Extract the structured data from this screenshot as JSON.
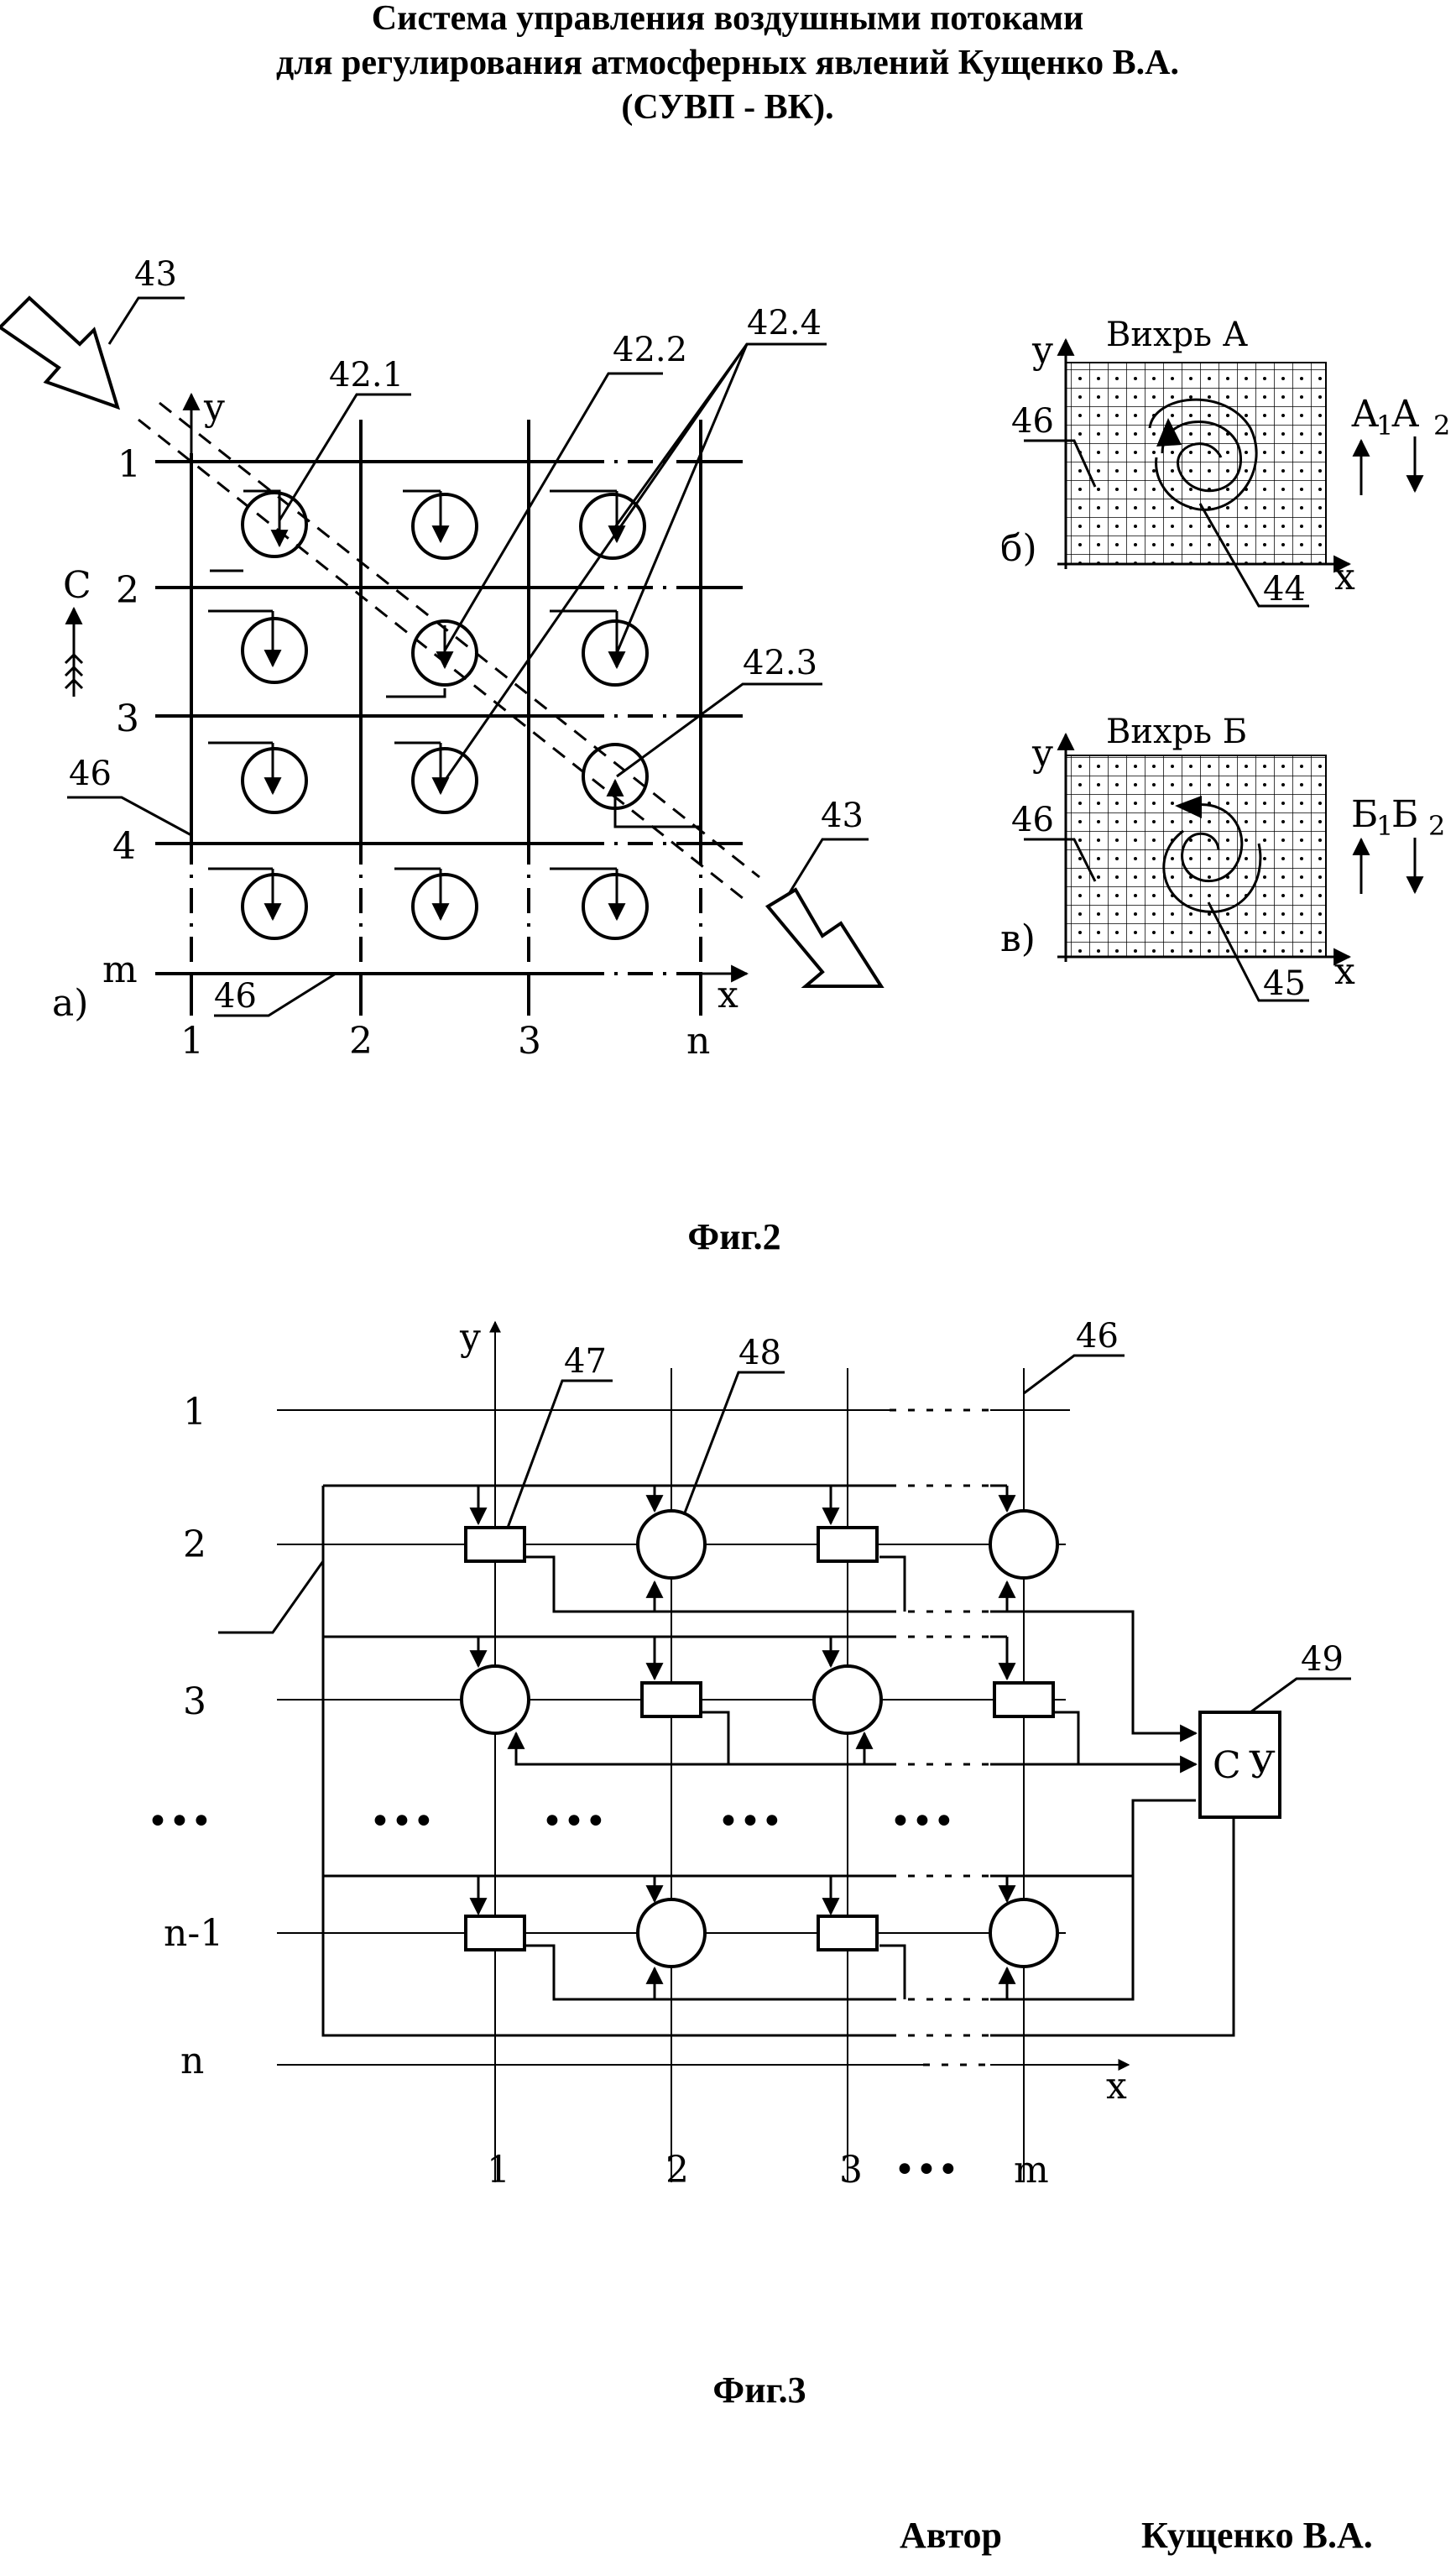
{
  "title": {
    "line1": "Система управления воздушными потоками",
    "line2": "для регулирования атмосферных явлений Кущенко В.А.",
    "line3": "(СУВП - ВК)."
  },
  "fig2": {
    "caption": "Фиг.2",
    "panel_a": {
      "marker": "а)",
      "axis_x": "x",
      "axis_y": "y",
      "rows": [
        "1",
        "2",
        "3",
        "4",
        "m"
      ],
      "cols": [
        "1",
        "2",
        "3",
        "n"
      ],
      "wind_label": "С",
      "refs": {
        "r43_top": "43",
        "r43_bottom": "43",
        "r42_1": "42.1",
        "r42_2": "42.2",
        "r42_3": "42.3",
        "r42_4": "42.4",
        "r46_left": "46",
        "r46_bottom": "46"
      }
    },
    "panel_b": {
      "marker": "б)",
      "title": "Вихрь А",
      "axis_x": "x",
      "axis_y": "y",
      "legend_a1": "А",
      "legend_a1_sub": "1",
      "legend_a2": "А",
      "legend_a2_sub": "2",
      "ref46": "46",
      "ref44": "44"
    },
    "panel_c": {
      "marker": "в)",
      "title": "Вихрь Б",
      "axis_x": "x",
      "axis_y": "y",
      "legend_b1": "Б",
      "legend_b1_sub": "1",
      "legend_b2": "Б",
      "legend_b2_sub": "2",
      "ref46": "46",
      "ref45": "45"
    }
  },
  "fig3": {
    "caption": "Фиг.3",
    "axis_x": "x",
    "axis_y": "y",
    "rows": [
      "1",
      "2",
      "3",
      "n-1",
      "n"
    ],
    "cols": [
      "1",
      "2",
      "3",
      "m"
    ],
    "ellipsis": "•••",
    "refs": {
      "r46": "46",
      "r47": "47",
      "r48": "48",
      "r49": "49"
    },
    "control_unit": {
      "c": "С",
      "u": "У"
    }
  },
  "signature": {
    "author_label": "Автор",
    "author_name": "Кущенко В.А."
  }
}
